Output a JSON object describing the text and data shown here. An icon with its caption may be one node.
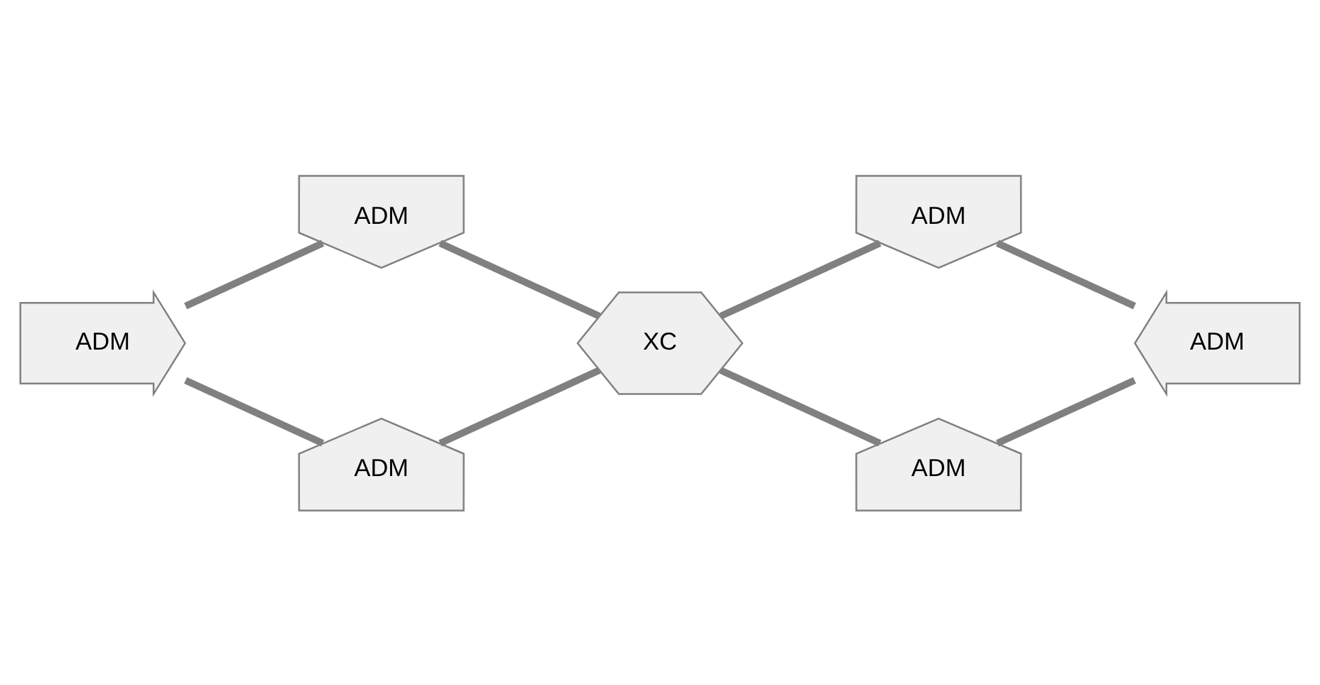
{
  "diagram": {
    "nodes": [
      {
        "text": [
          "ADM"
        ]
      },
      {
        "text": [
          "ADM"
        ]
      },
      {
        "text": [
          "ADM"
        ]
      },
      {
        "text": [
          "XC"
        ]
      },
      {
        "text": [
          "ADM"
        ]
      },
      {
        "text": [
          "ADM"
        ]
      },
      {
        "text": [
          "ADM"
        ]
      }
    ],
    "edges": [
      {
        "from": 0,
        "to": 2,
        "arrow": "none"
      },
      {
        "from": 2,
        "to": 5,
        "arrow": "none"
      },
      {
        "from": 5,
        "to": 3,
        "arrow": "none"
      },
      {
        "from": 3,
        "to": 0,
        "arrow": "none"
      },
      {
        "from": 1,
        "to": 3,
        "arrow": "none"
      },
      {
        "from": 3,
        "to": 6,
        "arrow": "none"
      },
      {
        "from": 6,
        "to": 4,
        "arrow": "none"
      },
      {
        "from": 4,
        "to": 1,
        "arrow": "none"
      }
    ]
  }
}
